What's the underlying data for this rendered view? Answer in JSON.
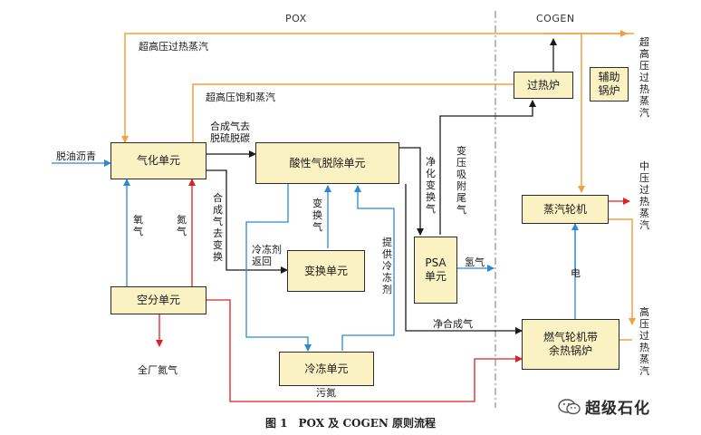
{
  "sections": {
    "left": "POX",
    "right": "COGEN"
  },
  "units": {
    "gasification": "气化单元",
    "acid_gas_removal": "酸性气脱除单元",
    "shift": "变换单元",
    "refrigeration": "冷冻单元",
    "air_separation": "空分单元",
    "psa": "PSA\n单元",
    "superheater": "过热炉",
    "aux_boiler": "辅助\n锅炉",
    "steam_turbine": "蒸汽轮机",
    "gas_turbine_hrsg": "燃气轮机带\n余热锅炉"
  },
  "labels": {
    "deoiled_asphalt": "脱油沥青",
    "uhp_superheated_steam": "超高压过热蒸汽",
    "uhp_saturated_steam": "超高压饱和蒸汽",
    "syngas_to_desulfurization": "合成气去\n脱硫脱碳",
    "syngas_to_shift": "合成气去变换",
    "oxygen": "氧气",
    "nitrogen": "氮气",
    "refrigerant_return": "冷冻剂\n返回",
    "shifted_gas": "变换气",
    "supply_refrigerant": "提供冷冻剂",
    "purified_shifted_gas": "净化变换气",
    "psa_tail_gas": "变压吸附尾气",
    "hydrogen": "氢气",
    "clean_syngas": "净合成气",
    "plant_nitrogen": "全厂氮气",
    "waste_nitrogen": "污氮",
    "electricity": "电",
    "out_uhp_superheated_steam": "超高压过热蒸汽",
    "out_mp_superheated_steam": "中压过热蒸汽",
    "out_hp_superheated_steam": "高压过热蒸汽"
  },
  "caption": "图 1　POX 及 COGEN 原则流程",
  "watermark": "超级石化",
  "colors": {
    "box_fill": "#fbf2c4",
    "steam_line": "#f0a040",
    "air_line": "#2a8ad4",
    "nitrogen_line": "#e02020",
    "process_line": "#1a1a1a"
  }
}
